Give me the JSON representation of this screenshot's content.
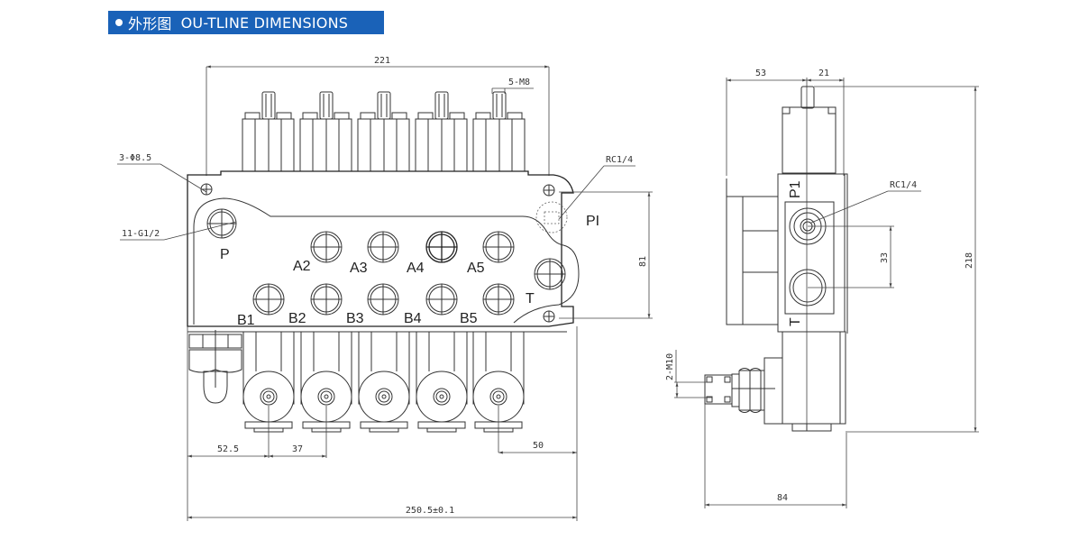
{
  "header": {
    "bullet_icon": "dot-bullet",
    "title_cn": "外形图",
    "title_en": "OU-TLINE DIMENSIONS",
    "background_color": "#1a62b8"
  },
  "front_view": {
    "dimensions": {
      "overall_top_width": "221",
      "stud_thread": "5-M8",
      "mount_holes": "3-Φ8.5",
      "port_thread": "11-G1/2",
      "pi_thread": "RC1/4",
      "height": "81",
      "first_offset": "52.5",
      "spool_pitch": "37",
      "last_offset": "50",
      "overall_width": "250.5±0.1"
    },
    "port_labels": {
      "p": "P",
      "pi": "PI",
      "t": "T",
      "a_ports": [
        "A2",
        "A3",
        "A4",
        "A5"
      ],
      "b_ports": [
        "B1",
        "B2",
        "B3",
        "B4",
        "B5"
      ]
    }
  },
  "side_view": {
    "dimensions": {
      "top_left": "53",
      "top_right": "21",
      "thread": "RC1/4",
      "port_spacing": "33",
      "overall_height": "218",
      "bottom_width": "84",
      "fitting_thread": "2-M10"
    },
    "port_labels": {
      "p1": "P1",
      "t": "T"
    }
  }
}
